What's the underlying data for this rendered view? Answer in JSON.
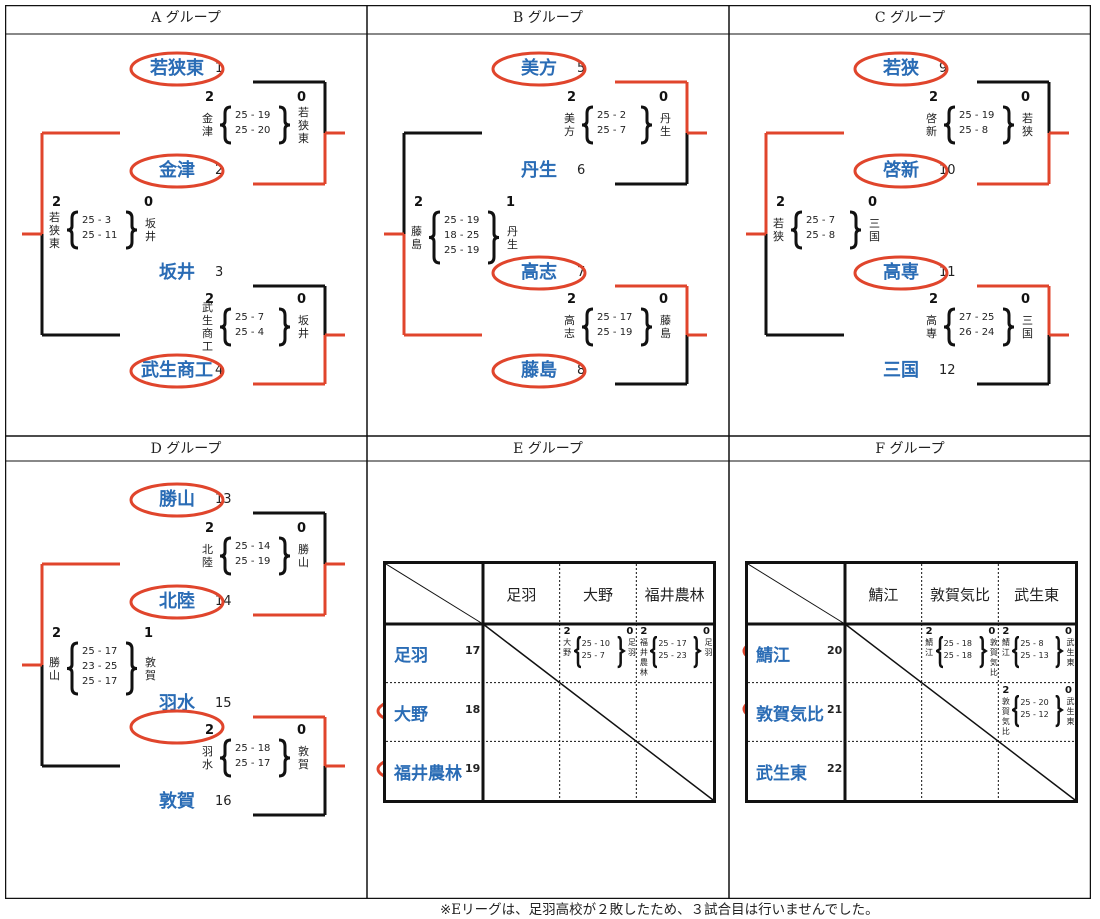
{
  "groups": {
    "A": {
      "header": "A グループ",
      "teams": [
        "若狭東",
        "金津",
        "坂井",
        "武生商工"
      ],
      "nums": [
        "1",
        "2",
        "3",
        "4"
      ],
      "m1": {
        "left": "2",
        "right": "0",
        "sets": [
          "25 - 19",
          "25 - 20"
        ],
        "lname": "金津",
        "rname": "若狭東"
      },
      "m2": {
        "left": "2",
        "right": "0",
        "sets": [
          "25 - 7",
          "25 - 4"
        ],
        "lname": "武生商工",
        "rname": "坂井"
      },
      "final": {
        "left": "2",
        "right": "0",
        "sets": [
          "25 - 3",
          "25 - 11"
        ],
        "lname": "若狭東",
        "rname": "坂井"
      }
    },
    "B": {
      "header": "B グループ",
      "teams": [
        "美方",
        "丹生",
        "高志",
        "藤島"
      ],
      "nums": [
        "5",
        "6",
        "7",
        "8"
      ],
      "m1": {
        "left": "2",
        "right": "0",
        "sets": [
          "25 - 2",
          "25 - 7"
        ],
        "lname": "美方",
        "rname": "丹生"
      },
      "m2": {
        "left": "2",
        "right": "0",
        "sets": [
          "25 - 17",
          "25 - 19"
        ],
        "lname": "高志",
        "rname": "藤島"
      },
      "final": {
        "left": "2",
        "right": "1",
        "sets": [
          "25 - 19",
          "18 - 25",
          "25 - 19"
        ],
        "lname": "藤島",
        "rname": "丹生"
      }
    },
    "C": {
      "header": "C グループ",
      "teams": [
        "若狭",
        "啓新",
        "高専",
        "三国"
      ],
      "nums": [
        "9",
        "10",
        "11",
        "12"
      ],
      "m1": {
        "left": "2",
        "right": "0",
        "sets": [
          "25 - 19",
          "25 - 8"
        ],
        "lname": "啓新",
        "rname": "若狭"
      },
      "m2": {
        "left": "2",
        "right": "0",
        "sets": [
          "27 - 25",
          "26 - 24"
        ],
        "lname": "高専",
        "rname": "三国"
      },
      "final": {
        "left": "2",
        "right": "0",
        "sets": [
          "25 - 7",
          "25 - 8"
        ],
        "lname": "若狭",
        "rname": "三国"
      }
    },
    "D": {
      "header": "D グループ",
      "teams": [
        "勝山",
        "北陸",
        "羽水",
        "敦賀"
      ],
      "nums": [
        "13",
        "14",
        "15",
        "16"
      ],
      "m1": {
        "left": "2",
        "right": "0",
        "sets": [
          "25 - 14",
          "25 - 19"
        ],
        "lname": "北陸",
        "rname": "勝山"
      },
      "m2": {
        "left": "2",
        "right": "0",
        "sets": [
          "25 - 18",
          "25 - 17"
        ],
        "lname": "羽水",
        "rname": "敦賀"
      },
      "final": {
        "left": "2",
        "right": "1",
        "sets": [
          "25 - 17",
          "23 - 25",
          "25 - 17"
        ],
        "lname": "勝山",
        "rname": "敦賀"
      }
    },
    "E": {
      "header": "E グループ",
      "cols": [
        "足羽",
        "大野",
        "福井農林"
      ],
      "rows": [
        {
          "name": "足羽",
          "num": "17"
        },
        {
          "name": "大野",
          "num": "18"
        },
        {
          "name": "福井農林",
          "num": "19"
        }
      ],
      "r1c2": {
        "left": "2",
        "right": "0",
        "sets": [
          "25 - 10",
          "25 - 7"
        ],
        "lname": "大野",
        "rname": "足羽"
      },
      "r1c3": {
        "left": "2",
        "right": "0",
        "sets": [
          "25 - 17",
          "25 - 23"
        ],
        "lname": "福井農林",
        "rname": "足羽"
      }
    },
    "F": {
      "header": "F グループ",
      "cols": [
        "鯖江",
        "敦賀気比",
        "武生東"
      ],
      "rows": [
        {
          "name": "鯖江",
          "num": "20"
        },
        {
          "name": "敦賀気比",
          "num": "21"
        },
        {
          "name": "武生東",
          "num": "22"
        }
      ],
      "r1c2": {
        "left": "2",
        "right": "0",
        "sets": [
          "25 - 18",
          "25 - 18"
        ],
        "lname": "鯖江",
        "rname": "敦賀気比"
      },
      "r1c3": {
        "left": "2",
        "right": "0",
        "sets": [
          "25 - 8",
          "25 - 13"
        ],
        "lname": "鯖江",
        "rname": "武生東"
      },
      "r2c3": {
        "left": "2",
        "right": "0",
        "sets": [
          "25 - 20",
          "25 - 12"
        ],
        "lname": "敦賀気比",
        "rname": "武生東"
      }
    }
  },
  "note": "※Eリーグは、足羽高校が２敗したため、３試合目は行いませんでした。",
  "colors": {
    "winner_line": "#e0452c",
    "loser_line": "#111111",
    "team_text": "#2a6cb5",
    "circle": "#e0452c"
  }
}
